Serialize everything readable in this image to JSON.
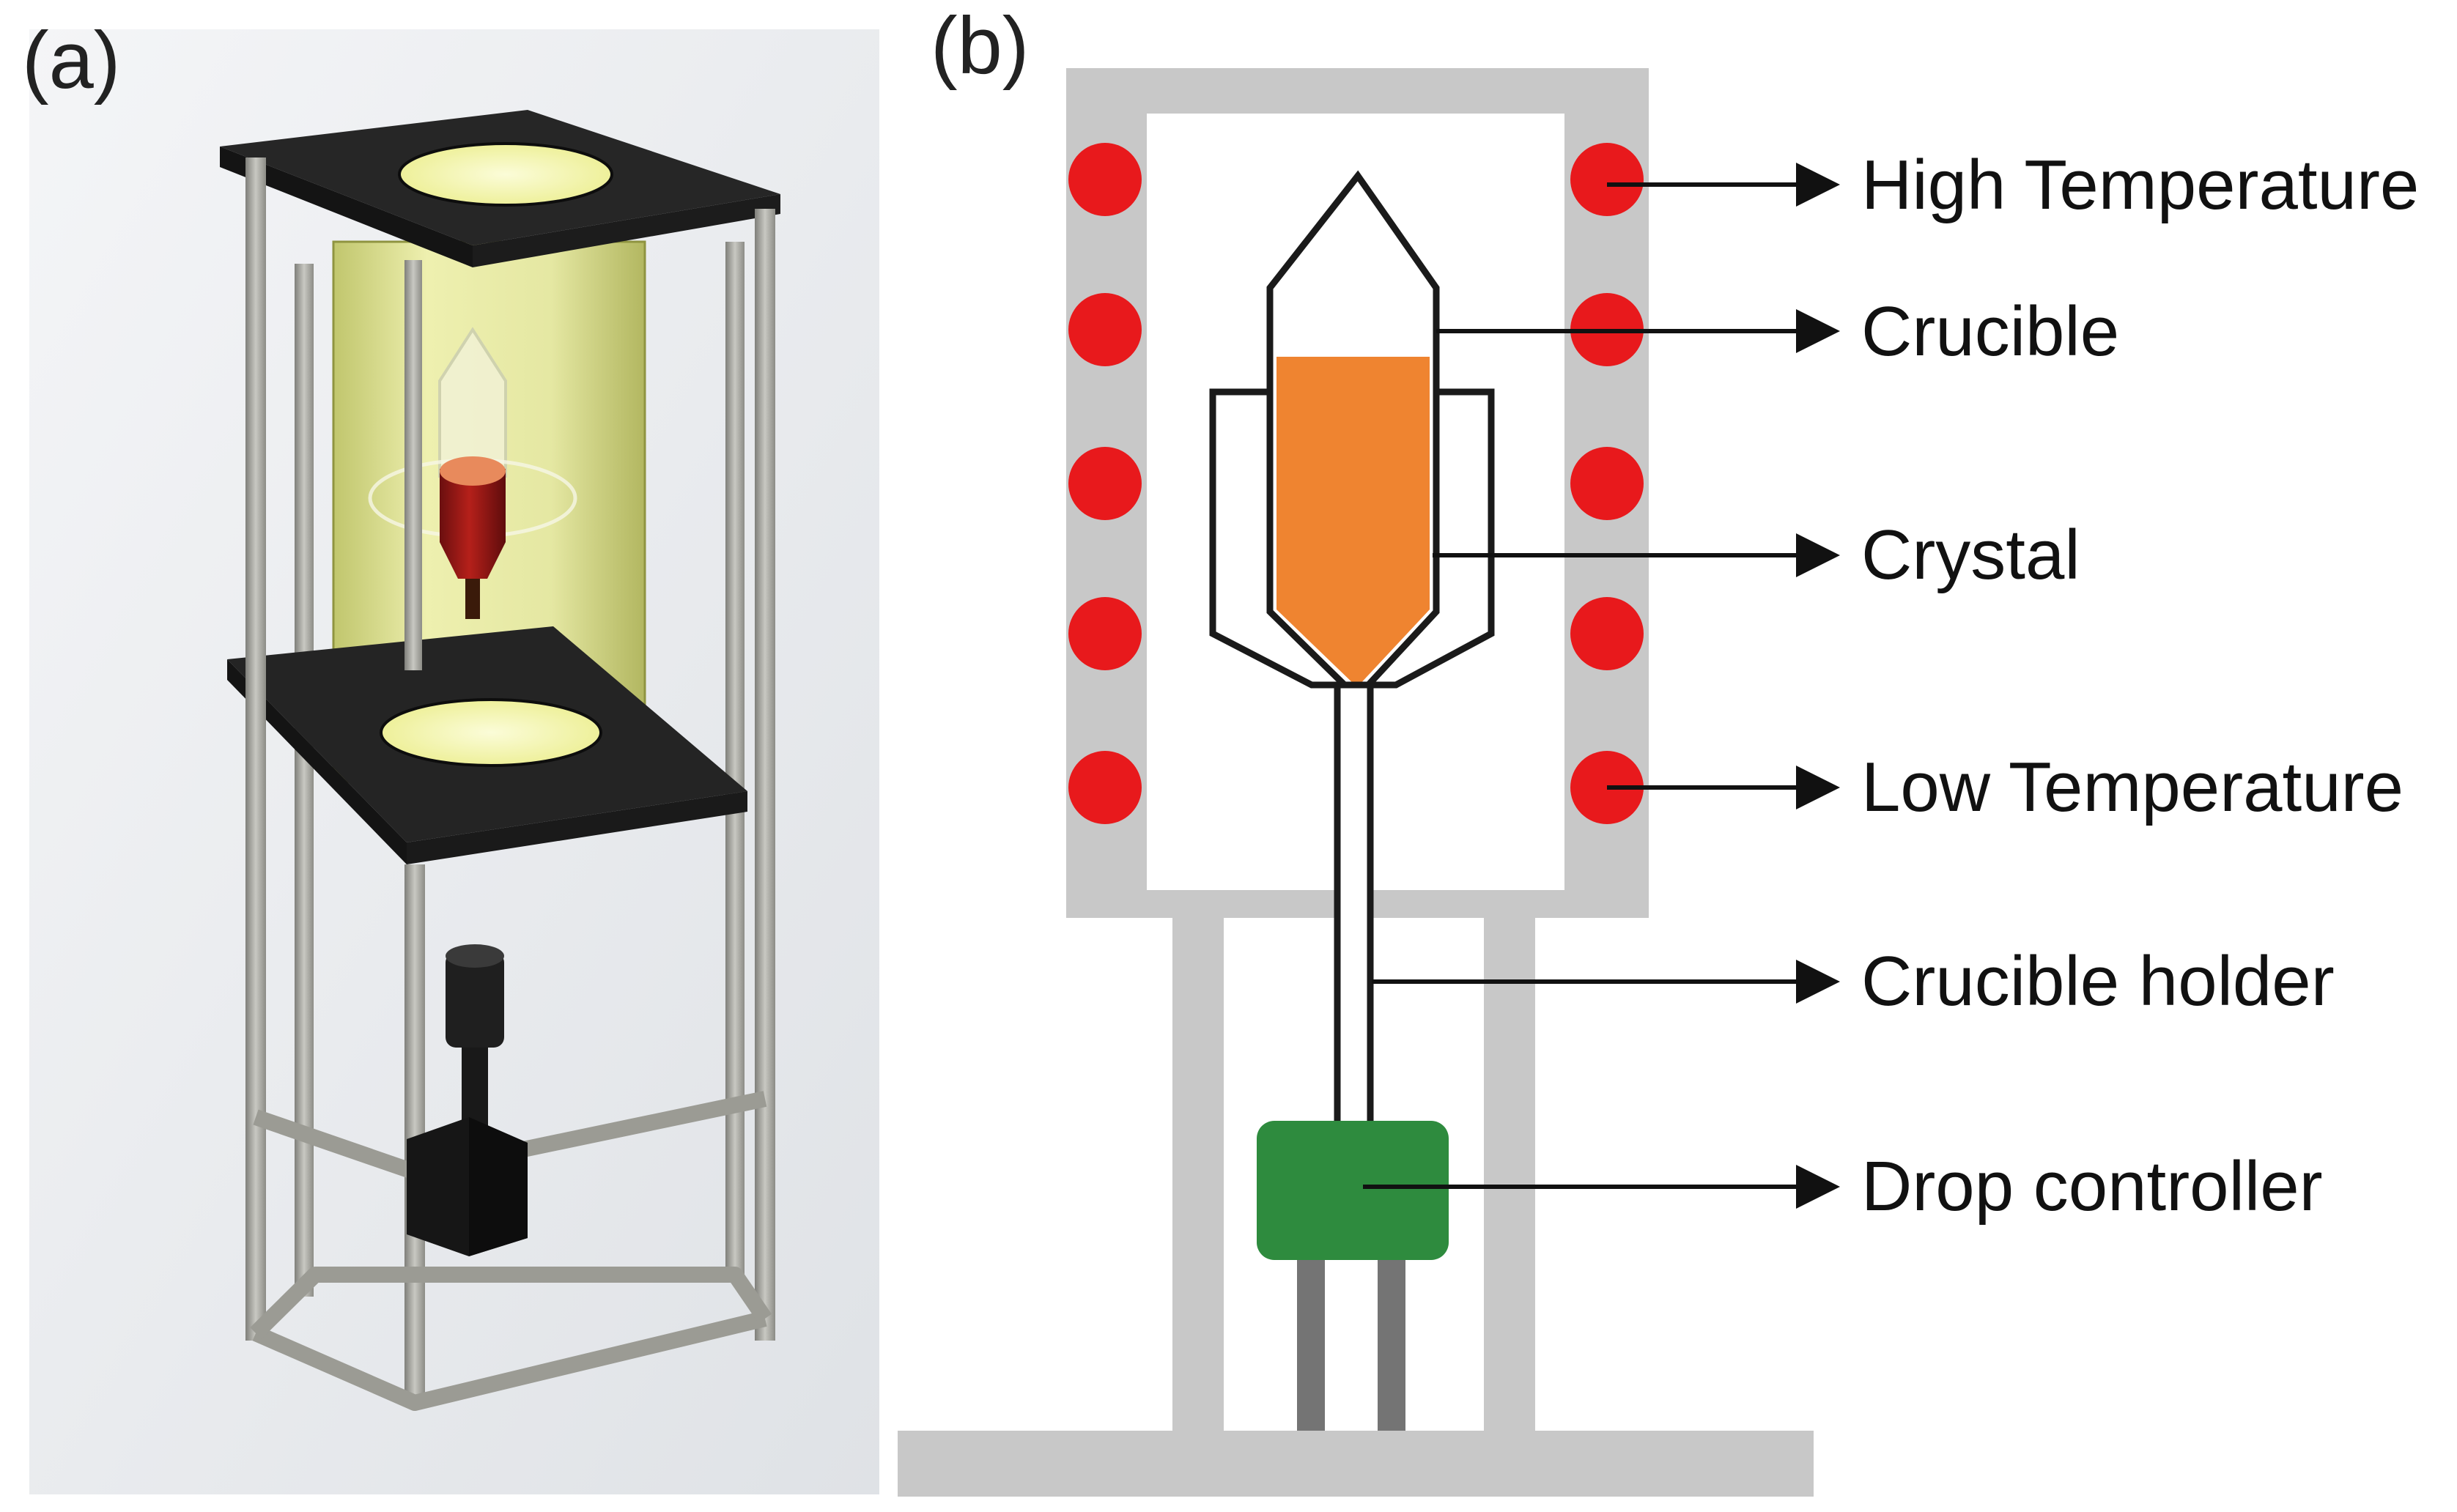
{
  "figure": {
    "panel_a": {
      "label": "(a)"
    },
    "panel_b": {
      "label": "(b)",
      "callouts": {
        "high_temperature": "High Temperature",
        "crucible": "Crucible",
        "crystal": "Crystal",
        "low_temperature": "Low Temperature",
        "crucible_holder": "Crucible holder",
        "drop_controller": "Drop controller"
      }
    }
  },
  "colors": {
    "furnace_gray": "#c8c8c8",
    "heater_red": "#e8191c",
    "crystal_orange": "#ef8430",
    "controller_green": "#2e8b3e",
    "frame_dark": "#2a2a2a",
    "chamber_yellow": "#e3e79a"
  }
}
